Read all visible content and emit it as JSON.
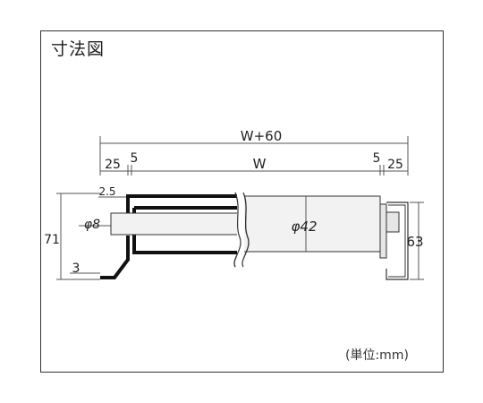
{
  "title": "寸法図",
  "unit_note": "(単位:mm)",
  "dimensions": {
    "overall_width": "W+60",
    "width": "W",
    "left_offset": "25",
    "left_gap": "5",
    "right_gap": "5",
    "right_offset": "25",
    "plate_thickness_top": "2.5",
    "shaft_diameter": "φ8",
    "roller_diameter": "φ42",
    "frame_height": "71",
    "plate_thickness_bottom": "3",
    "bracket_height": "63"
  }
}
